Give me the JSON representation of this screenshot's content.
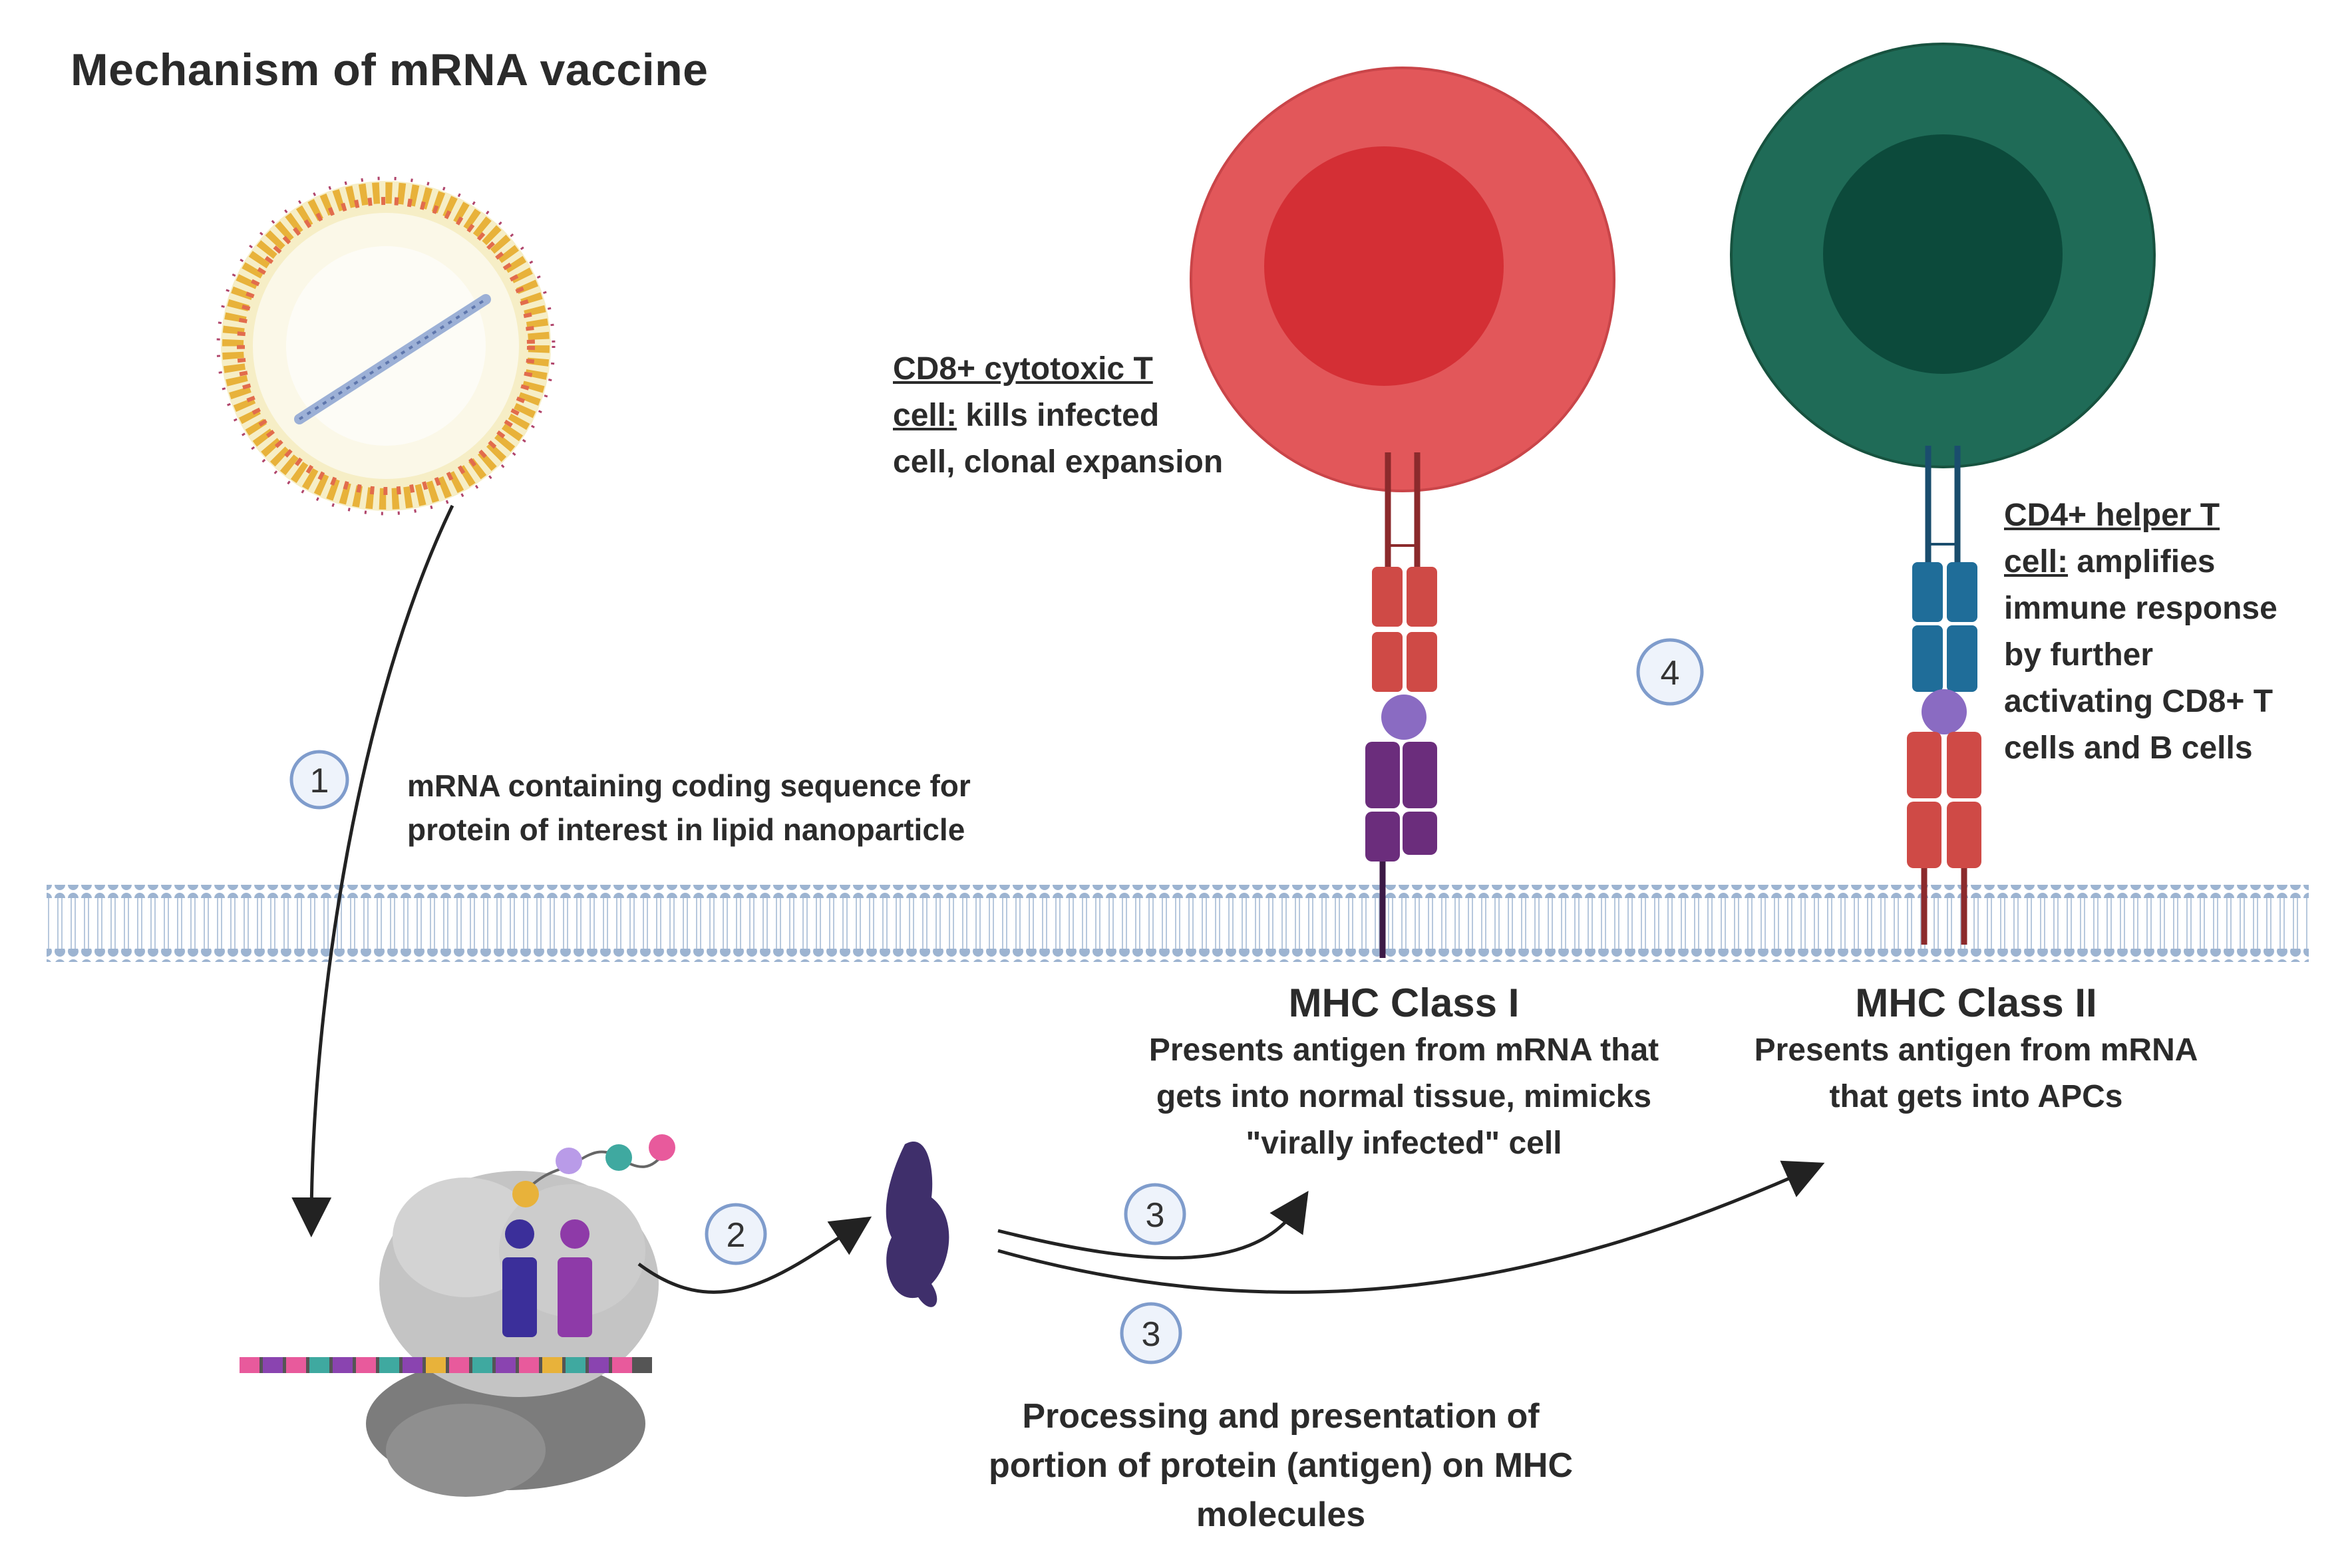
{
  "title": "Mechanism of mRNA vaccine",
  "steps": {
    "step1": "1",
    "step2": "2",
    "step3a": "3",
    "step3b": "3",
    "step4": "4"
  },
  "lipid_nanoparticle": {
    "caption_line1": "mRNA containing coding sequence for",
    "caption_line2": "protein of interest in lipid nanoparticle"
  },
  "cd8_cell": {
    "name_line1": "CD8+ cytotoxic T",
    "name_line2": "cell:",
    "desc_line2": " kills infected",
    "desc_line3": "cell, clonal expansion",
    "color": "#e2575a",
    "nucleus_color": "#d42f35"
  },
  "cd4_cell": {
    "name_line1": "CD4+ helper T",
    "name_line2": "cell:",
    "desc_line2": " amplifies",
    "desc_line3": "immune response",
    "desc_line4": "by further",
    "desc_line5": "activating CD8+ T",
    "desc_line6": "cells and B cells",
    "color": "#1f6b57",
    "nucleus_color": "#0c4a3b"
  },
  "mhc1": {
    "heading": "MHC Class I",
    "desc_line1": "Presents antigen from mRNA that",
    "desc_line2": "gets into normal tissue, mimicks",
    "desc_line3": "\"virally infected\" cell"
  },
  "mhc2": {
    "heading": "MHC Class II",
    "desc_line1": "Presents antigen from mRNA",
    "desc_line2": "that gets into APCs"
  },
  "processing": {
    "line1": "Processing and presentation of",
    "line2": "portion of protein (antigen) on MHC",
    "line3": "molecules"
  },
  "colors": {
    "membrane": "#9db4d1",
    "membrane_tail": "#cdd9e8",
    "protein": "#3f2f6b",
    "mhc1_purple": "#6b2d7c",
    "tcr_blue": "#1f6d99",
    "tcr_red": "#cf4a46",
    "antigen": "#8a6bc2",
    "ribosome": "#9a9a9a"
  }
}
